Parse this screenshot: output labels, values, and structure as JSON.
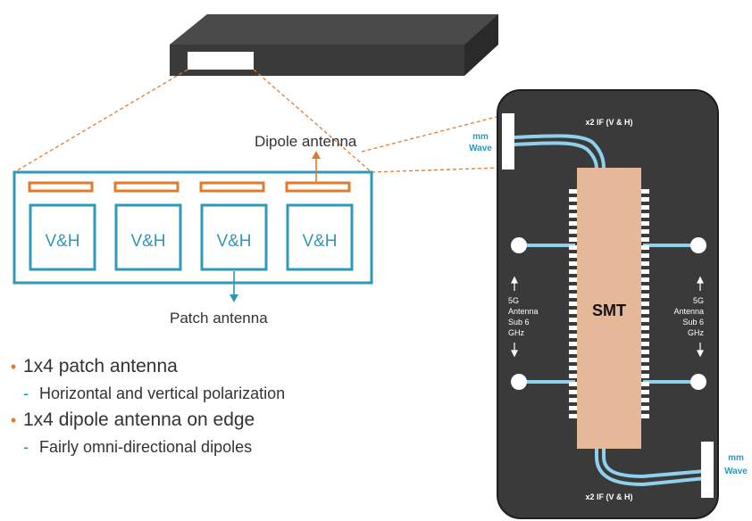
{
  "labels": {
    "dipole_antenna": "Dipole antenna",
    "patch_antenna": "Patch antenna",
    "patch_cells": [
      "V&H",
      "V&H",
      "V&H",
      "V&H"
    ]
  },
  "phone": {
    "if_top": "x2 IF (V & H)",
    "if_bottom": "x2 IF (V & H)",
    "mm_wave_left": [
      "mm",
      "Wave"
    ],
    "mm_wave_right": [
      "mm",
      "Wave"
    ],
    "smt": "SMT",
    "sub6_left": [
      "5G",
      "Antenna",
      "Sub 6",
      "GHz"
    ],
    "sub6_right": [
      "5G",
      "Antenna",
      "Sub 6",
      "GHz"
    ]
  },
  "bullets": [
    {
      "text": "1x4 patch antenna",
      "sub": "Horizontal and vertical polarization"
    },
    {
      "text": "1x4 dipole antenna on edge",
      "sub": "Fairly omni-directional dipoles"
    }
  ],
  "colors": {
    "orange": "#e07b2b",
    "teal": "#2e98b8",
    "phone_body": "#3a3a3a",
    "trace": "#8fd0ec",
    "smt": "#e5b89a"
  }
}
